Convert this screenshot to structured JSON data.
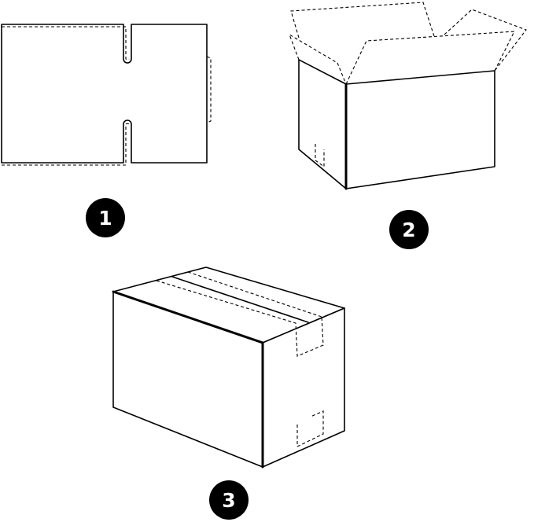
{
  "steps": [
    {
      "id": "step-1",
      "number": "1"
    },
    {
      "id": "step-2",
      "number": "2"
    },
    {
      "id": "step-3",
      "number": "3"
    }
  ],
  "colors": {
    "line": "#000000",
    "background": "#ffffff",
    "badge": "#000000",
    "badge_text": "#ffffff"
  }
}
